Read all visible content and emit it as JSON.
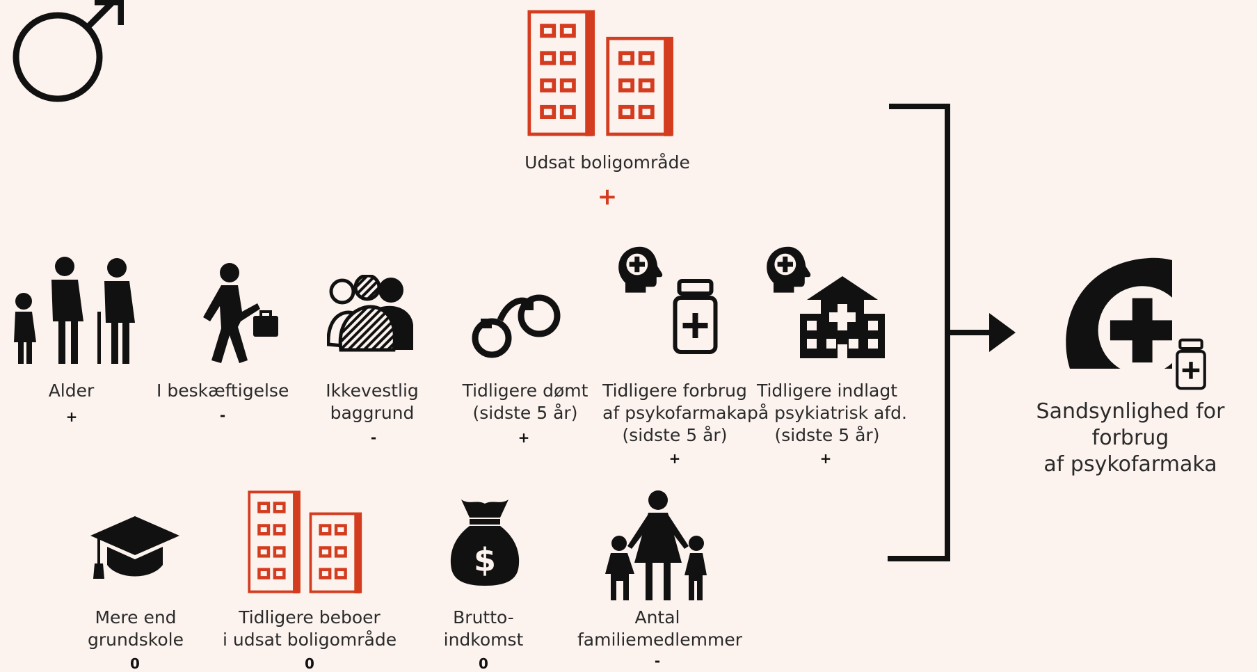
{
  "colors": {
    "background": "#fcf3ef",
    "accent": "#d43c1f",
    "icon": "#111111"
  },
  "header_icon": "male-symbol-icon",
  "top_factor": {
    "icon": "buildings-icon",
    "label": "Udsat boligområde",
    "effect": "+"
  },
  "row1": [
    {
      "id": "alder",
      "icon": "family-ages-icon",
      "lines": [
        "Alder"
      ],
      "effect": "+"
    },
    {
      "id": "beskaeftigelse",
      "icon": "person-briefcase-icon",
      "lines": [
        "I beskæftigelse"
      ],
      "effect": "-"
    },
    {
      "id": "ikkevestlig",
      "icon": "group-people-icon",
      "lines": [
        "Ikkevestlig",
        "baggrund"
      ],
      "effect": "-"
    },
    {
      "id": "doemt",
      "icon": "handcuffs-icon",
      "lines": [
        "Tidligere dømt",
        "(sidste 5 år)"
      ],
      "effect": "+"
    },
    {
      "id": "forbrug",
      "icon": "head-medicine-icon",
      "lines": [
        "Tidligere forbrug",
        "af psykofarmaka",
        "(sidste 5 år)"
      ],
      "effect": "+"
    },
    {
      "id": "indlagt",
      "icon": "head-hospital-icon",
      "lines": [
        "Tidligere indlagt",
        "på psykiatrisk afd.",
        "(sidste 5 år)"
      ],
      "effect": "+"
    }
  ],
  "row2": [
    {
      "id": "grundskole",
      "icon": "graduation-cap-icon",
      "lines": [
        "Mere end",
        "grundskole"
      ],
      "effect": "0"
    },
    {
      "id": "tidl-beboer",
      "icon": "buildings-icon",
      "lines": [
        "Tidligere beboer",
        "i udsat boligområde"
      ],
      "effect": "0"
    },
    {
      "id": "indkomst",
      "icon": "money-bag-icon",
      "lines": [
        "Brutto-",
        "indkomst"
      ],
      "effect": "0"
    },
    {
      "id": "familie",
      "icon": "mother-children-icon",
      "lines": [
        "Antal",
        "familiemedlemmer"
      ],
      "effect": "-"
    }
  ],
  "outcome": {
    "icon": "head-medicine-bottle-icon",
    "lines": [
      "Sandsynlighed for forbrug",
      "af psykofarmaka"
    ]
  }
}
